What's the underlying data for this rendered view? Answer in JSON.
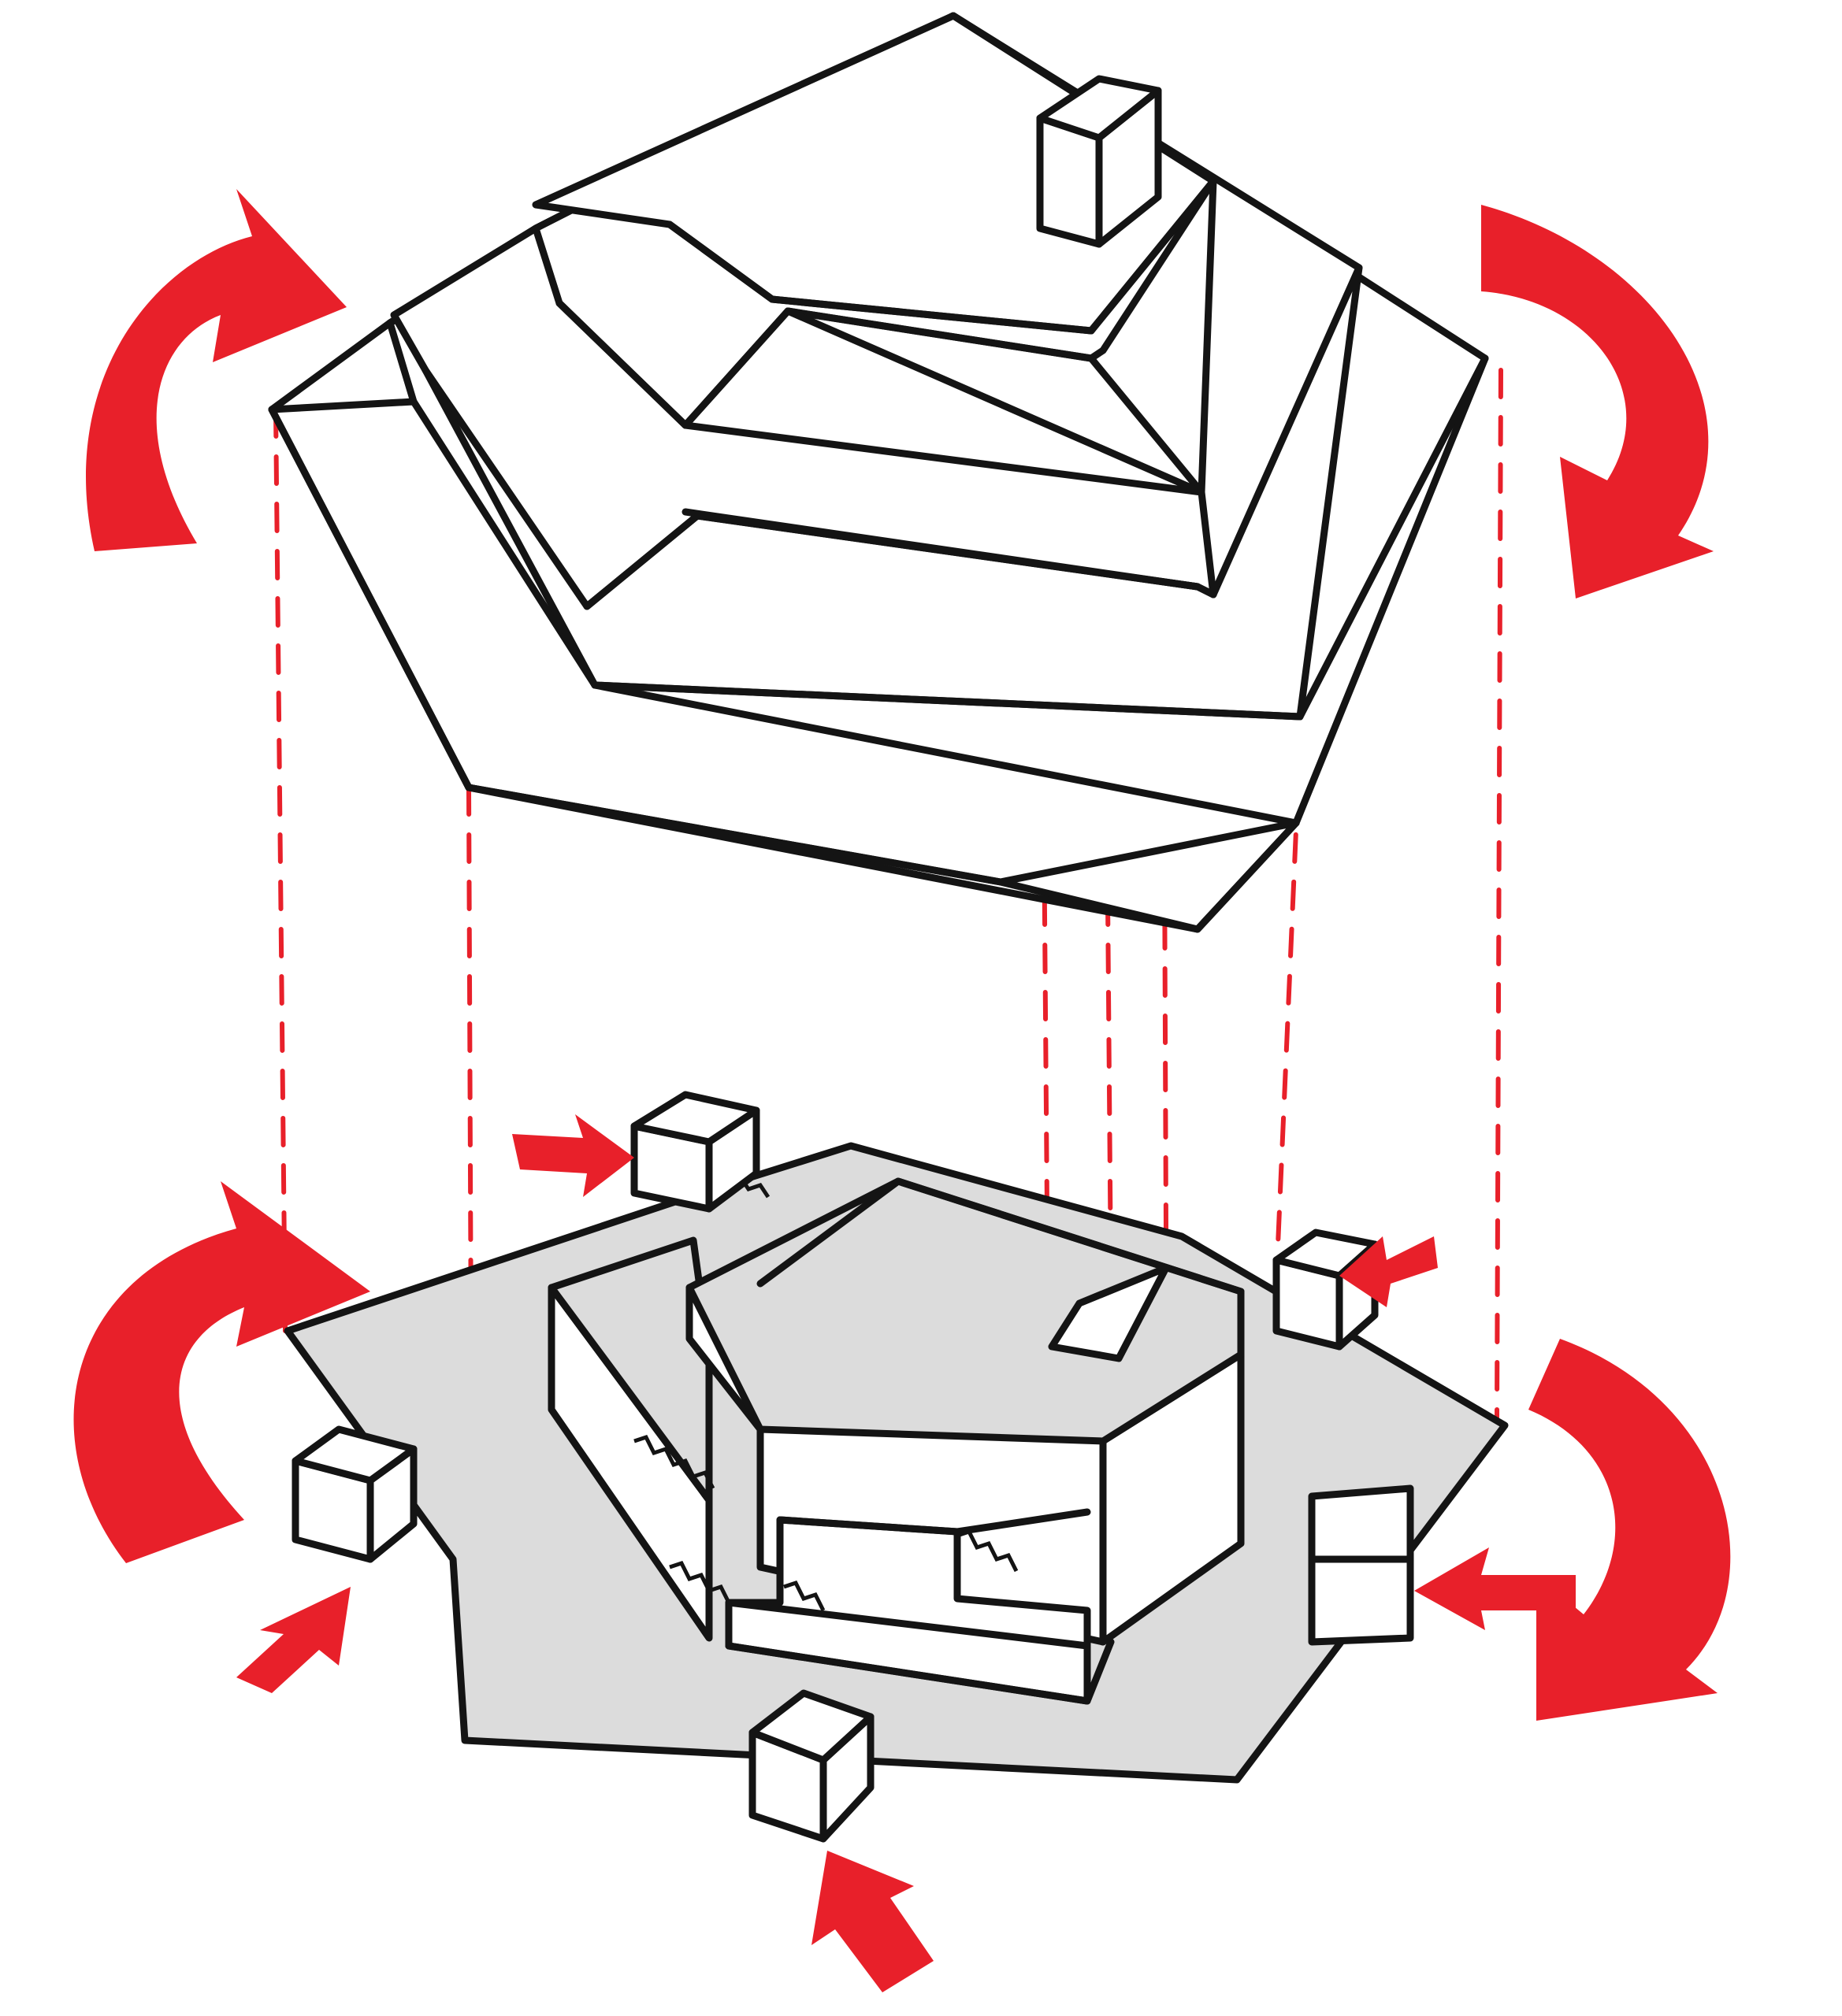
{
  "colors": {
    "accent_red": "#e8202a",
    "ink": "#141414",
    "ground": "#dcdcdc",
    "paper": "#ffffff"
  },
  "diagram": {
    "components": [
      "stepped-roof",
      "ground-plate",
      "building-mass",
      "corner-blocks",
      "rotation-arrows",
      "entry-arrows",
      "projection-lines"
    ]
  }
}
